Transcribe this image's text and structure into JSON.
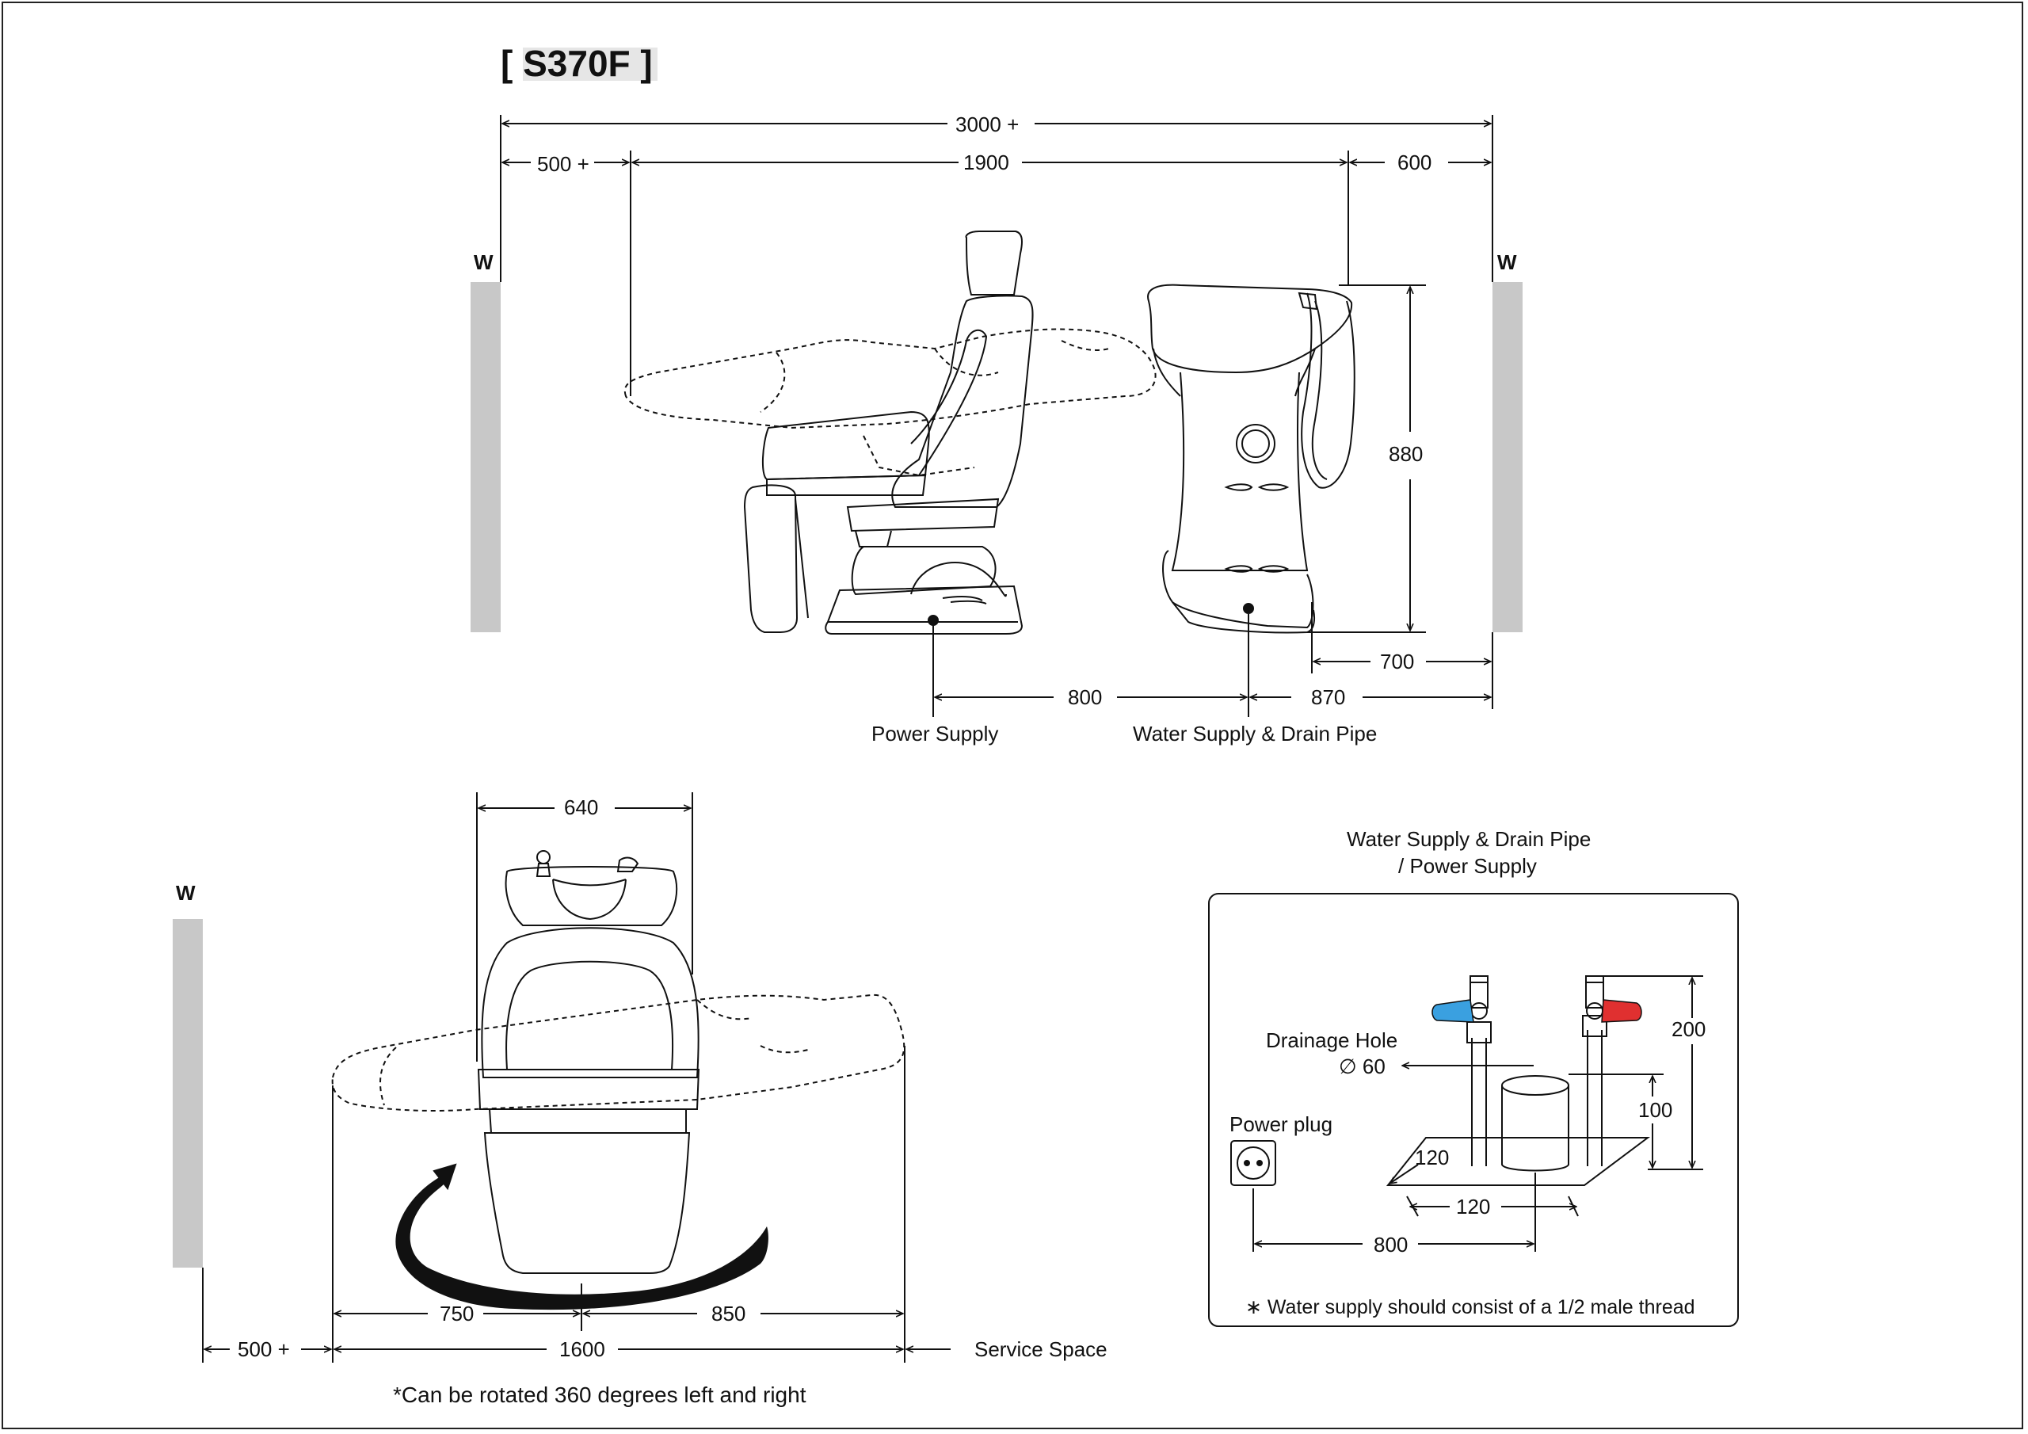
{
  "title": "[ S370F ]",
  "colors": {
    "wall": "#c8c8c8",
    "line": "#111111",
    "cold_handle": "#3aa0e0",
    "hot_handle": "#e03030",
    "arrow": "#111111"
  },
  "side_view": {
    "wall_left": "W",
    "wall_right": "W",
    "dim_total": "3000 +",
    "dim_left_clear": "500 +",
    "dim_chair_length": "1900",
    "dim_right_clear": "600",
    "dim_height": "880",
    "dim_basin_wall": "700",
    "dim_power_to_water": "800",
    "dim_water_to_wall": "870",
    "label_power": "Power Supply",
    "label_water": "Water Supply & Drain Pipe"
  },
  "top_view": {
    "wall": "W",
    "dim_width": "640",
    "dim_left": "750",
    "dim_right": "850",
    "dim_clear": "500 +",
    "dim_total": "1600",
    "label_service": "Service Space",
    "note_rotate": "*Can be rotated 360 degrees left and right",
    "icons": [
      "rotation-arrow-icon"
    ]
  },
  "detail": {
    "heading_line1": "Water Supply & Drain Pipe",
    "heading_line2": "/ Power Supply",
    "drain_label": "Drainage Hole",
    "drain_size": "∅ 60",
    "power_label": "Power plug",
    "dim_pipe_height": "200",
    "dim_drain_height": "100",
    "dim_depth": "120",
    "dim_spacing": "120",
    "dim_power_offset": "800",
    "note_thread": "∗ Water supply should consist of a 1/2 male thread",
    "icons": [
      "power-outlet-icon",
      "cold-valve-icon",
      "hot-valve-icon"
    ]
  }
}
